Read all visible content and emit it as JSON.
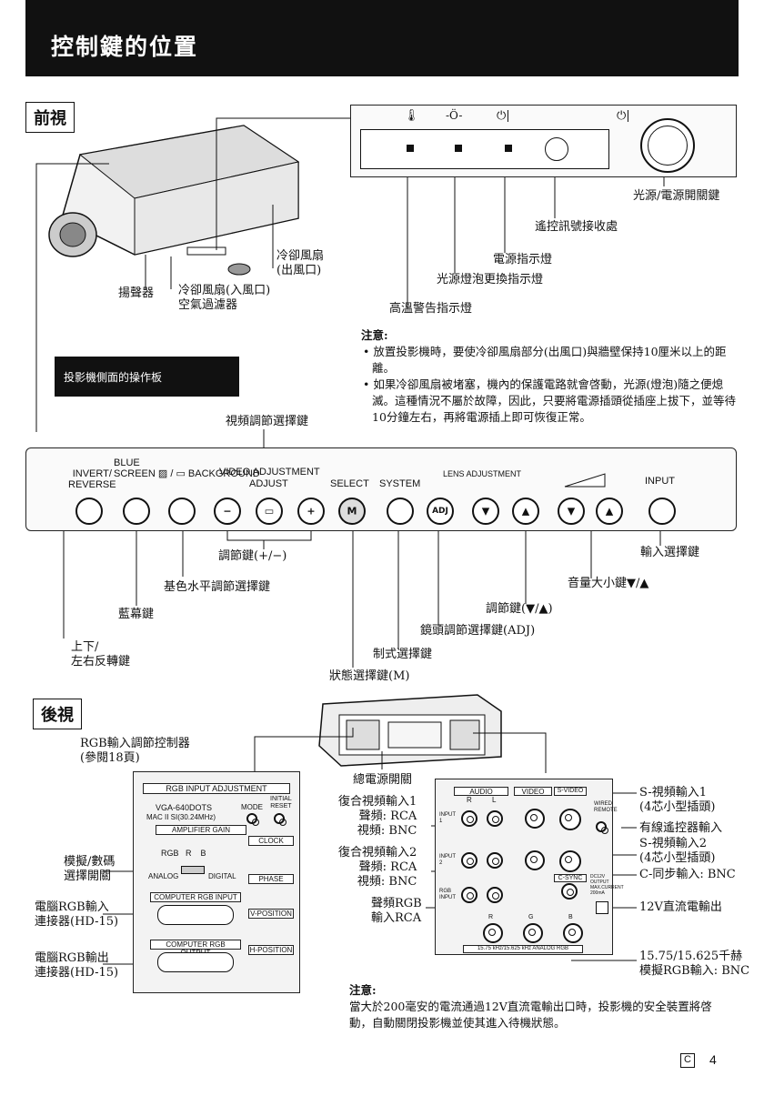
{
  "header": {
    "title": "控制鍵的位置"
  },
  "front": {
    "section_label": "前視",
    "top_panel": {
      "temp_symbol": "🌡",
      "lamp_symbol": "-Ö-",
      "power_symbol": "⏻|",
      "power_symbol_big": "⏻|"
    },
    "labels": {
      "power_switch": "光源/電源開關鍵",
      "remote_sensor": "遙控訊號接收處",
      "power_indicator": "電源指示燈",
      "lamp_indicator": "光源燈泡更換指示燈",
      "temp_warning": "高溫警告指示燈",
      "exhaust_fan": "冷卻風扇\n(出風口)",
      "speaker": "揚聲器",
      "intake_fan": "冷卻風扇(入風口)\n空氣過濾器"
    },
    "side_panel_label": "投影機側面的操作板",
    "notes": {
      "title": "注意:",
      "items": [
        "放置投影機時，要使冷卻風扇部分(出風口)與牆壁保持10厘米以上的距離。",
        "如果冷卻風扇被堵塞，機內的保護電路就會啓動，光源(燈泡)隨之便熄滅。這種情況不屬於故障，因此，只要將電源插頭從插座上拔下，並等待10分鐘左右，再將電源插上即可恢復正常。"
      ]
    },
    "video_adjust_select_label": "視頻調節選擇鍵"
  },
  "side_panel": {
    "invert": "INVERT/\nREVERSE",
    "blue_screen": "BLUE\nSCREEN ▨ / ▭ BACKGROUND",
    "video_adjustment": "VIDEO ADJUSTMENT",
    "adjust": "ADJUST",
    "select": "SELECT",
    "system": "SYSTEM",
    "lens_adjustment": "LENS ADJUSTMENT",
    "input": "INPUT",
    "buttons": {
      "minus": "−",
      "rect": "▭",
      "plus": "+",
      "m": "M",
      "adj": "ADJ",
      "down": "▼",
      "up": "▲",
      "vol_down": "▼",
      "vol_up": "▲"
    }
  },
  "side_labels": {
    "adjust_keys": "調節鍵(+/−)",
    "input_select": "輸入選擇鍵",
    "volume": "音量大小鍵▼/▲",
    "bg_adjust": "基色水平調節選擇鍵",
    "blue_screen_key": "藍幕鍵",
    "lens_adjust_keys": "調節鍵(▼/▲)",
    "lens_select": "鏡頭調節選擇鍵(ADJ)",
    "invert_key": "上下/\n左右反轉鍵",
    "system_select": "制式選擇鍵",
    "mode_select": "狀態選擇鍵(M)"
  },
  "rear": {
    "section_label": "後視",
    "rgb_controller_label": "RGB輸入調節控制器\n(參閱18頁)",
    "main_power": "總電源開關",
    "rgb_panel": {
      "title": "RGB INPUT ADJUSTMENT",
      "mode_line1": "VGA-640DOTS",
      "mode_line2": "MAC II SI(30.24MHz)",
      "mode": "MODE",
      "initial_reset": "INITIAL\nRESET",
      "amp_gain": "AMPLIFIER GAIN",
      "rgb": "RGB   R    B",
      "clock": "CLOCK",
      "analog": "ANALOG",
      "digital": "DIGITAL",
      "phase": "PHASE",
      "computer_rgb_input": "COMPUTER RGB INPUT",
      "v_position": "V-POSITION",
      "computer_rgb_output": "COMPUTER RGB OUTPUT",
      "h_position": "H-POSITION"
    },
    "left_labels": {
      "analog_digital": "模擬/數碼\n選擇開關",
      "rgb_in": "電腦RGB輸入\n連接器(HD-15)",
      "rgb_out": "電腦RGB輸出\n連接器(HD-15)"
    },
    "center_labels": {
      "composite1": "復合視頻輸入1\n聲頻: RCA\n視頻: BNC",
      "composite2": "復合視頻輸入2\n聲頻: RCA\n視頻: BNC",
      "audio_rgb": "聲頻RGB\n輸入RCA"
    },
    "io_panel": {
      "audio": "AUDIO",
      "r": "R",
      "l": "L",
      "video": "VIDEO",
      "svideo": "S-VIDEO",
      "input1": "INPUT\n1",
      "input2": "INPUT\n2",
      "rgb_input": "RGB\nINPUT",
      "wired_remote": "WIRED\nREMOTE",
      "csync": "C-SYNC",
      "dc_out": "DC12V\nOUTPUT\nMAX.CURRENT\n200mA",
      "bottom": "15.75 kHz/15.625 kHz ANALOG RGB",
      "rgb_r": "R",
      "rgb_g": "G",
      "rgb_b": "B"
    },
    "right_labels": {
      "svideo1": "S-視頻輸入1\n(4芯小型插頭)",
      "wired_remote": "有線遙控器輸入",
      "svideo2": "S-視頻輸入2\n(4芯小型插頭)",
      "csync": "C-同步輸入: BNC",
      "dc12v": "12V直流電輸出",
      "analog_rgb": "15.75/15.625千赫\n模擬RGB輸入: BNC"
    },
    "note": {
      "title": "注意:",
      "text": "當大於200毫安的電流通過12V直流電輸出口時，投影機的安全裝置將啓動，自動關閉投影機並使其進入待機狀態。"
    }
  },
  "footer": {
    "lang_mark": "C",
    "page_number": "4"
  }
}
